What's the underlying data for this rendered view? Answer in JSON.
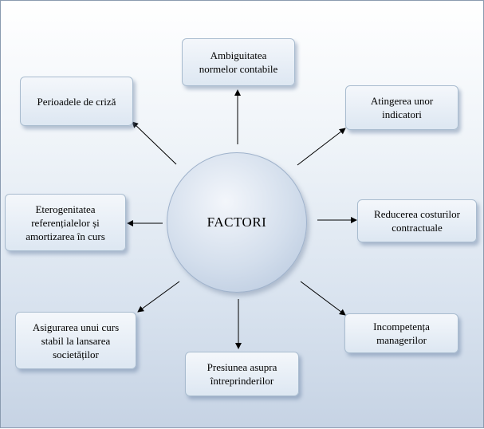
{
  "center": {
    "label": "FACTORI"
  },
  "factors": [
    {
      "id": "ambiguitatea",
      "text": "Ambiguitatea\nnormelor contabile"
    },
    {
      "id": "atingerea",
      "text": "Atingerea unor\nindicatori"
    },
    {
      "id": "reducerea",
      "text": "Reducerea costurilor\ncontractuale"
    },
    {
      "id": "incompetenta",
      "text": "Incompetența\nmanagerilor"
    },
    {
      "id": "presiunea",
      "text": "Presiunea asupra\nîntreprinderilor"
    },
    {
      "id": "asigurarea",
      "text": "Asigurarea unui curs\nstabil la lansarea\nsocietăților"
    },
    {
      "id": "eterogenitatea",
      "text": "Eterogenitatea\nreferențialelor și\namortizarea în curs"
    },
    {
      "id": "perioadele",
      "text": "Perioadele de criză"
    }
  ],
  "style": {
    "arrow_color": "#000000",
    "box_border": "#a9bccf",
    "background_bottom": "#c6d3e4"
  }
}
